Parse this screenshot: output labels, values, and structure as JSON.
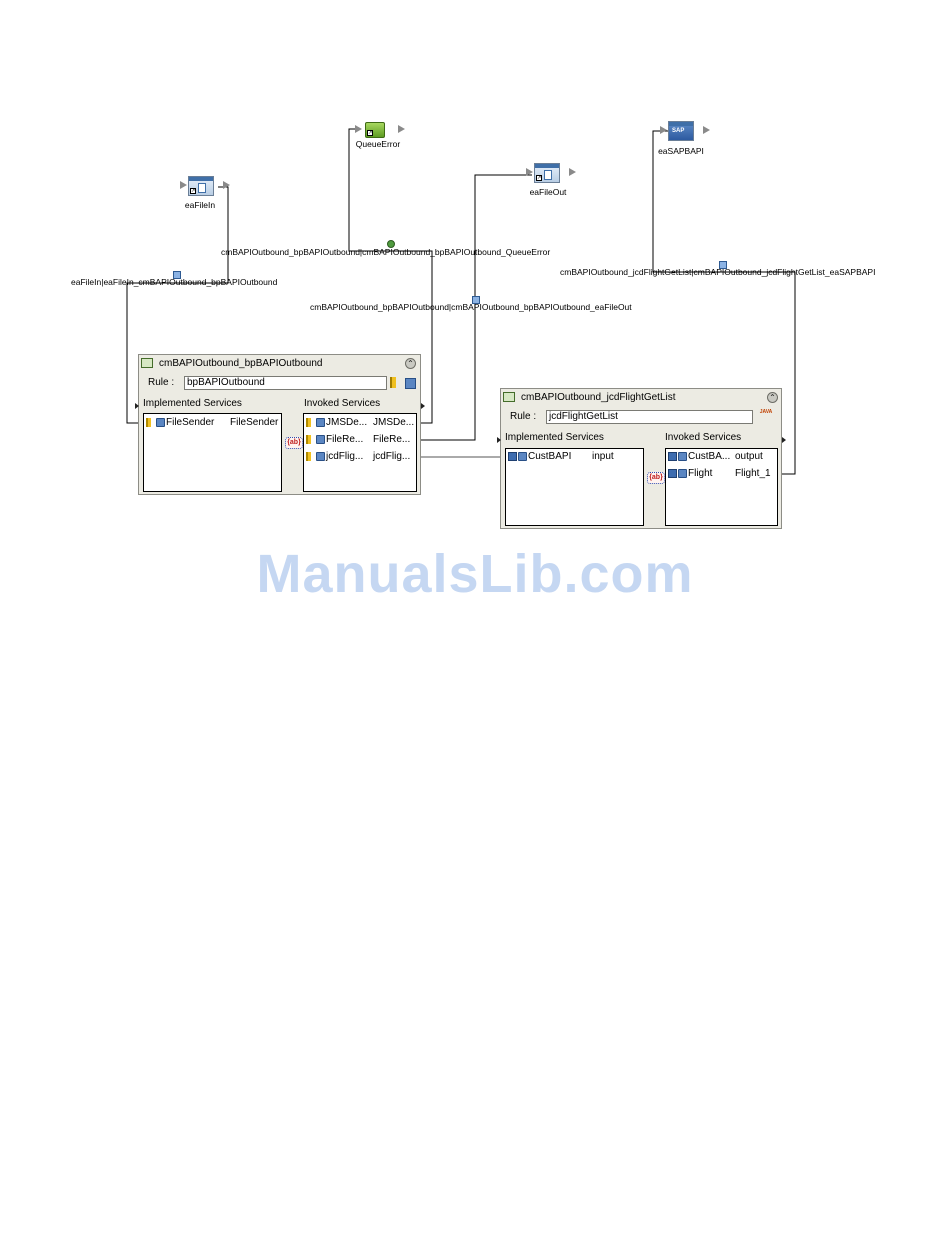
{
  "nodes": {
    "eaFileIn": "eaFileIn",
    "queueError": "QueueError",
    "eaFileOut": "eaFileOut",
    "eaSAPBAPI": "eaSAPBAPI",
    "sap_icon_text": "SAP"
  },
  "connections": {
    "conn_queue_error": "cmBAPIOutbound_bpBAPIOutbound|cmBAPIOutbound_bpBAPIOutbound_QueueError",
    "conn_file_in": "eaFileIn|eaFileIn_cmBAPIOutbound_bpBAPIOutbound",
    "conn_file_out": "cmBAPIOutbound_bpBAPIOutbound|cmBAPIOutbound_bpBAPIOutbound_eaFileOut",
    "conn_sap": "cmBAPIOutbound_jcdFlightGetList|cmBAPIOutbound_jcdFlightGetList_eaSAPBAPI"
  },
  "panel1": {
    "title": "cmBAPIOutbound_bpBAPIOutbound",
    "rule_label": "Rule :",
    "rule_value": "bpBAPIOutbound",
    "implemented_label": "Implemented Services",
    "invoked_label": "Invoked Services",
    "implemented": [
      {
        "name": "FileSender",
        "value": "FileSender"
      }
    ],
    "invoked": [
      {
        "name": "JMSDe...",
        "value": "JMSDe..."
      },
      {
        "name": "FileRe...",
        "value": "FileRe..."
      },
      {
        "name": "jcdFlig...",
        "value": "jcdFlig..."
      }
    ]
  },
  "panel2": {
    "title": "cmBAPIOutbound_jcdFlightGetList",
    "rule_label": "Rule :",
    "rule_value": "jcdFlightGetList",
    "implemented_label": "Implemented Services",
    "invoked_label": "Invoked Services",
    "implemented": [
      {
        "name": "CustBAPI",
        "value": "input"
      }
    ],
    "invoked": [
      {
        "name": "CustBA...",
        "value": "output"
      },
      {
        "name": "Flight",
        "value": "Flight_1"
      }
    ]
  },
  "map_icon_text": "{ab}",
  "java_icon_text": "JAVA",
  "collapse_glyph": "⌃",
  "watermark": "ManualsLib.com"
}
